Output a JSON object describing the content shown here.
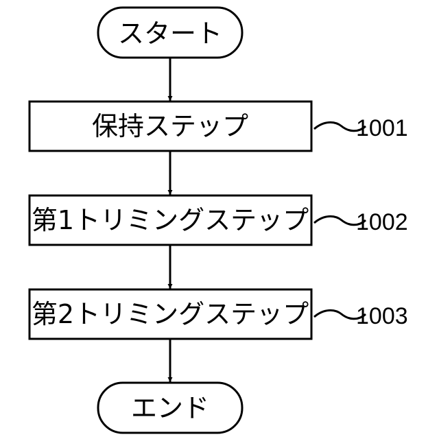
{
  "start": {
    "label": "スタート"
  },
  "steps": [
    {
      "label": "保持ステップ",
      "ref": "1001"
    },
    {
      "label": "第1トリミングステップ",
      "ref": "1002"
    },
    {
      "label": "第2トリミングステップ",
      "ref": "1003"
    }
  ],
  "end": {
    "label": "エンド"
  }
}
